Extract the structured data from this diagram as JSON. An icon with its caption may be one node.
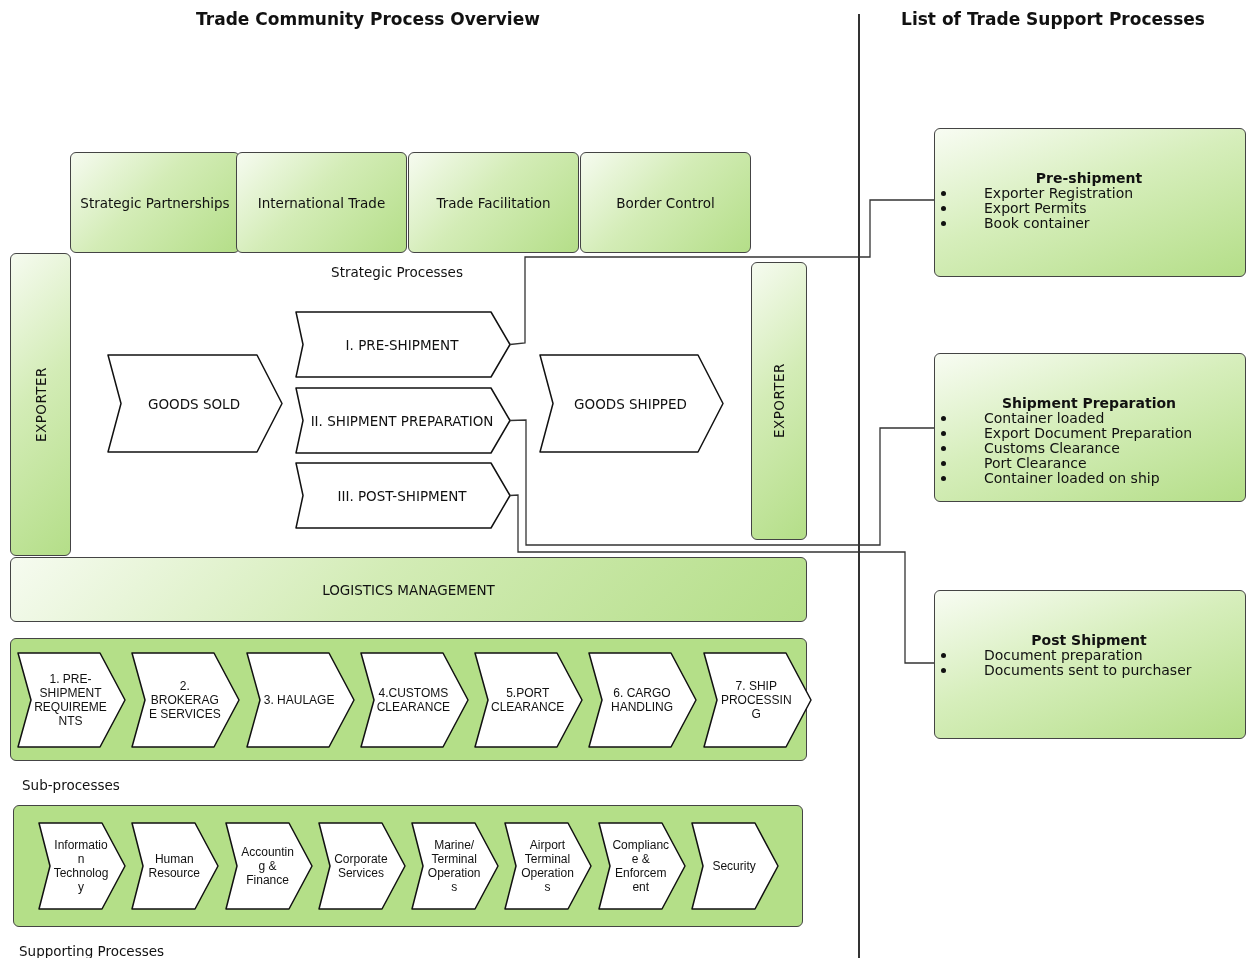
{
  "diagram": {
    "title": "Trade Community Process Overview",
    "nodes": [
      {
        "text": [
          "Strategic Partnerships"
        ]
      },
      {
        "text": [
          "International Trade"
        ]
      },
      {
        "text": [
          "Trade Facilitation"
        ]
      },
      {
        "text": [
          "Border Control"
        ]
      },
      {
        "text": [
          "EXPORTER"
        ]
      },
      {
        "text": [
          "GOODS SOLD"
        ]
      },
      {
        "text": [
          "I. PRE-SHIPMENT"
        ]
      },
      {
        "text": [
          "II. SHIPMENT PREPARATION"
        ]
      },
      {
        "text": [
          "III. POST-SHIPMENT"
        ]
      },
      {
        "text": [
          "GOODS SHIPPED"
        ]
      },
      {
        "text": [
          "EXPORTER"
        ]
      },
      {
        "text": [
          "LOGISTICS MANAGEMENT"
        ]
      },
      {
        "text": [
          "Sub-processes"
        ]
      },
      {
        "text": [
          "1. PRE-SHIPMENT REQUIREMENTS"
        ],
        "in": 12
      },
      {
        "text": [
          "2. BROKERAGE SERVICES"
        ],
        "in": 12
      },
      {
        "text": [
          "3. HAULAGE"
        ],
        "in": 12
      },
      {
        "text": [
          "4.CUSTOMS CLEARANCE"
        ],
        "in": 12
      },
      {
        "text": [
          "5.PORT CLEARANCE"
        ],
        "in": 12
      },
      {
        "text": [
          "6. CARGO HANDLING"
        ],
        "in": 12
      },
      {
        "text": [
          "7. SHIP PROCESSING"
        ],
        "in": 12
      },
      {
        "text": [
          "Supporting Processes"
        ]
      },
      {
        "text": [
          "Information Technology"
        ],
        "in": 20
      },
      {
        "text": [
          "Human Resource"
        ],
        "in": 20
      },
      {
        "text": [
          "Accounting & Finance"
        ],
        "in": 20
      },
      {
        "text": [
          "Corporate Services"
        ],
        "in": 20
      },
      {
        "text": [
          "Marine/ Terminal Operations"
        ],
        "in": 20
      },
      {
        "text": [
          "Airport Terminal Operations"
        ],
        "in": 20
      },
      {
        "text": [
          "Compliance & Enforcement"
        ],
        "in": 20
      },
      {
        "text": [
          "Security"
        ],
        "in": 20
      },
      {
        "text": [
          "Pre-shipment",
          "Exporter Registration",
          "Export Permits",
          "Book container"
        ]
      },
      {
        "text": [
          "Shipment Preparation",
          "Container loaded",
          "Export Document Preparation",
          "Customs Clearance",
          "Port Clearance",
          "Container loaded on ship"
        ]
      },
      {
        "text": [
          "Post Shipment",
          "Document preparation",
          "Documents sent to purchaser"
        ]
      }
    ],
    "edges": [
      {
        "from": 6,
        "to": 29,
        "arrow": "none"
      },
      {
        "from": 7,
        "to": 30,
        "arrow": "none"
      },
      {
        "from": 8,
        "to": 31,
        "arrow": "none"
      }
    ],
    "labels": [
      "List of Trade Support Processes",
      "Strategic Processes"
    ]
  }
}
